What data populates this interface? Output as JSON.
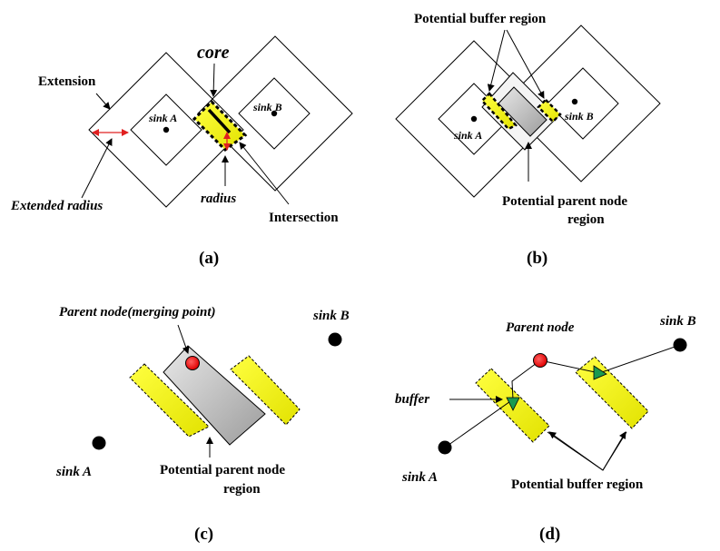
{
  "panel_a": {
    "core": "core",
    "extension": "Extension",
    "sink_a": "sink A",
    "sink_b": "sink B",
    "extended_radius": "Extended radius",
    "radius": "radius",
    "intersection": "Intersection",
    "caption": "(a)"
  },
  "panel_b": {
    "potential_buffer_region": "Potential buffer region",
    "sink_a": "sink A",
    "sink_b": "sink B",
    "parent_region_line1": "Potential parent node",
    "parent_region_line2": "region",
    "caption": "(b)"
  },
  "panel_c": {
    "parent_node": "Parent node(merging point)",
    "sink_a": "sink A",
    "sink_b": "sink B",
    "parent_region_line1": "Potential parent node",
    "parent_region_line2": "region",
    "caption": "(c)"
  },
  "panel_d": {
    "parent_node": "Parent node",
    "buffer": "buffer",
    "sink_a": "sink A",
    "sink_b": "sink B",
    "potential_buffer_region": "Potential buffer region",
    "caption": "(d)"
  },
  "colors": {
    "yellow": "#f2f200",
    "gray": "#c8c8c8",
    "red": "#ff0000",
    "green": "#1a9a50",
    "arrow_red": "#e02020"
  }
}
